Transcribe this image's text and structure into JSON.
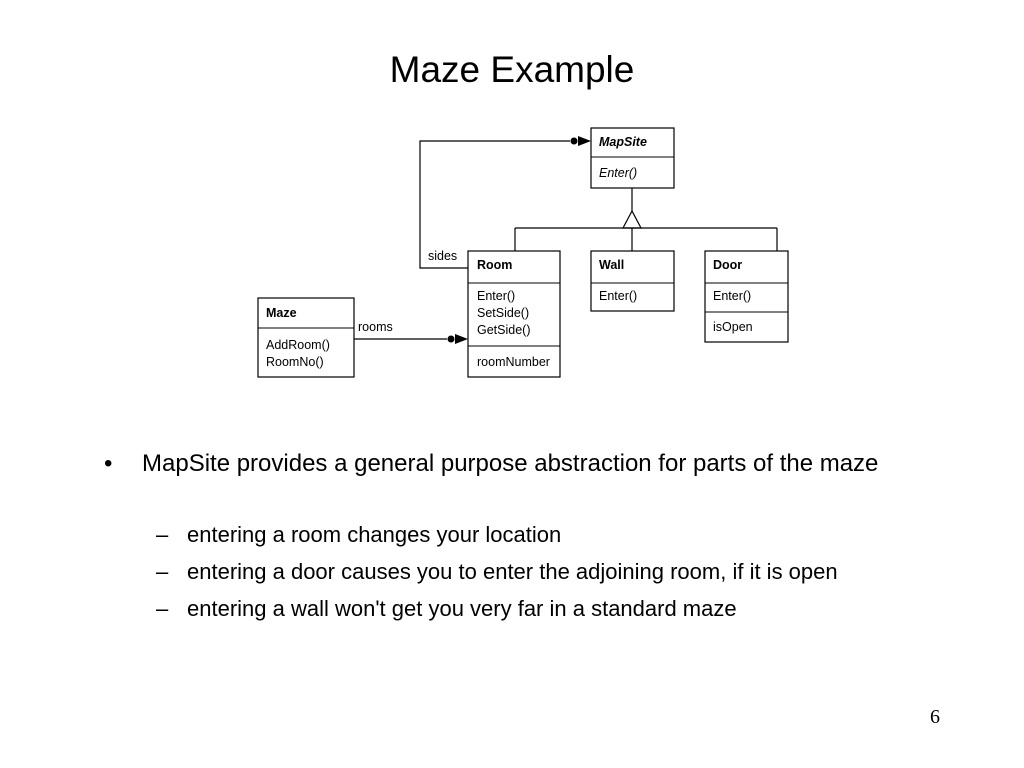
{
  "slide": {
    "title": "Maze Example",
    "page_number": "6"
  },
  "diagram": {
    "classes": {
      "mapsite": {
        "name": "MapSite",
        "operations": [
          "Enter()"
        ]
      },
      "room": {
        "name": "Room",
        "operations": [
          "Enter()",
          "SetSide()",
          "GetSide()"
        ],
        "attributes": [
          "roomNumber"
        ]
      },
      "wall": {
        "name": "Wall",
        "operations": [
          "Enter()"
        ]
      },
      "door": {
        "name": "Door",
        "operations": [
          "Enter()"
        ],
        "attributes": [
          "isOpen"
        ]
      },
      "maze": {
        "name": "Maze",
        "operations": [
          "AddRoom()",
          "RoomNo()"
        ]
      }
    },
    "associations": {
      "sides": "sides",
      "rooms": "rooms"
    }
  },
  "bullets": {
    "main": "MapSite provides a general purpose abstraction for parts of the maze",
    "sub": [
      "entering a room changes your location",
      "entering a door causes you to enter the adjoining room, if it is open",
      "entering a wall won't get you very far in a standard maze"
    ]
  }
}
